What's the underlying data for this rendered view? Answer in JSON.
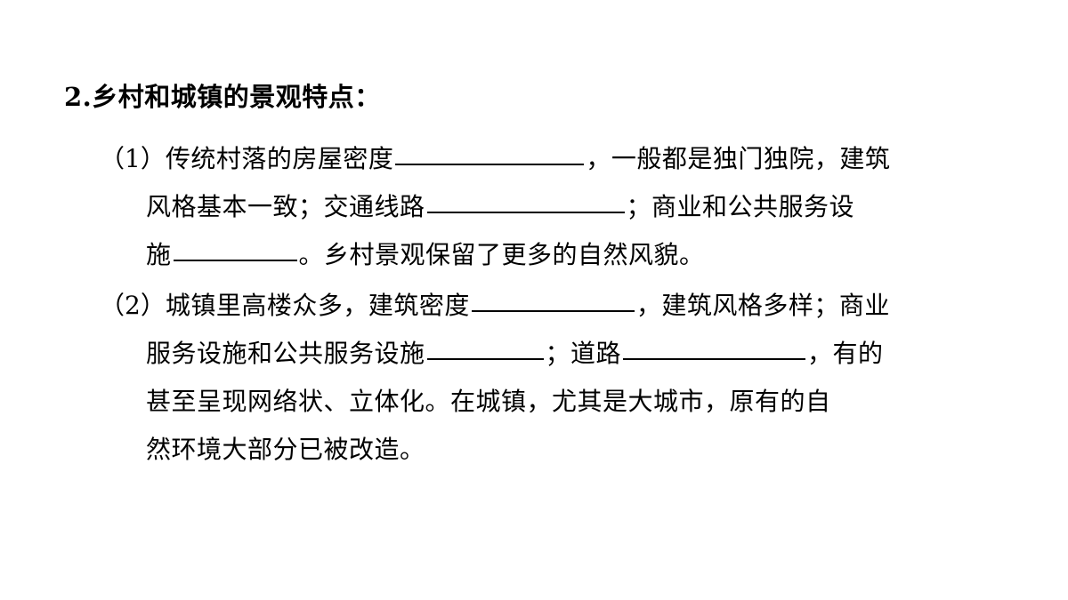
{
  "page": {
    "background_color": "#ffffff",
    "text_color": "#000000",
    "heading": {
      "number": "2.",
      "title": "乡村和城镇的景观特点："
    }
  },
  "questions": [
    {
      "marker": "（1）",
      "lines": [
        {
          "segments": [
            {
              "type": "text",
              "value": "传统村落的房屋密度"
            },
            {
              "type": "blank",
              "width": "w215"
            },
            {
              "type": "text",
              "value": "，一般都是独门独院，建筑"
            }
          ]
        },
        {
          "segments": [
            {
              "type": "text",
              "value": "风格基本一致；交通线路"
            },
            {
              "type": "blank",
              "width": "w222"
            },
            {
              "type": "text",
              "value": "；商业和公共服务设"
            }
          ]
        },
        {
          "segments": [
            {
              "type": "text",
              "value": "施"
            },
            {
              "type": "blank",
              "width": "w140"
            },
            {
              "type": "text",
              "value": "。乡村景观保留了更多的自然风貌。"
            }
          ]
        }
      ]
    },
    {
      "marker": "（2）",
      "lines": [
        {
          "segments": [
            {
              "type": "text",
              "value": "城镇里高楼众多，建筑密度"
            },
            {
              "type": "blank",
              "width": "w183"
            },
            {
              "type": "text",
              "value": "，建筑风格多样；商业"
            }
          ]
        },
        {
          "segments": [
            {
              "type": "text",
              "value": "服务设施和公共服务设施"
            },
            {
              "type": "blank",
              "width": "w132"
            },
            {
              "type": "text",
              "value": "；道路"
            },
            {
              "type": "blank",
              "width": "w206"
            },
            {
              "type": "text",
              "value": "，有的"
            }
          ]
        },
        {
          "segments": [
            {
              "type": "text",
              "value": "甚至呈现网络状、立体化。在城镇，尤其是大城市，原有的自"
            }
          ]
        },
        {
          "segments": [
            {
              "type": "text",
              "value": "然环境大部分已被改造。"
            }
          ]
        }
      ]
    }
  ],
  "text": {
    "q1_l1_a": "传统村落的房屋密度",
    "q1_l1_b": "，一般都是独门独院，建筑",
    "q1_l2_a": "风格基本一致；交通线路",
    "q1_l2_b": "；商业和公共服务设",
    "q1_l3_a": "施",
    "q1_l3_b": "。乡村景观保留了更多的自然风貌。",
    "q2_l1_a": "城镇里高楼众多，建筑密度",
    "q2_l1_b": "，建筑风格多样；商业",
    "q2_l2_a": "服务设施和公共服务设施",
    "q2_l2_b": "；道路",
    "q2_l2_c": "，有的",
    "q2_l3": "甚至呈现网络状、立体化。在城镇，尤其是大城市，原有的自",
    "q2_l4": "然环境大部分已被改造。",
    "marker_1": "（1）",
    "marker_2": "（2）"
  }
}
